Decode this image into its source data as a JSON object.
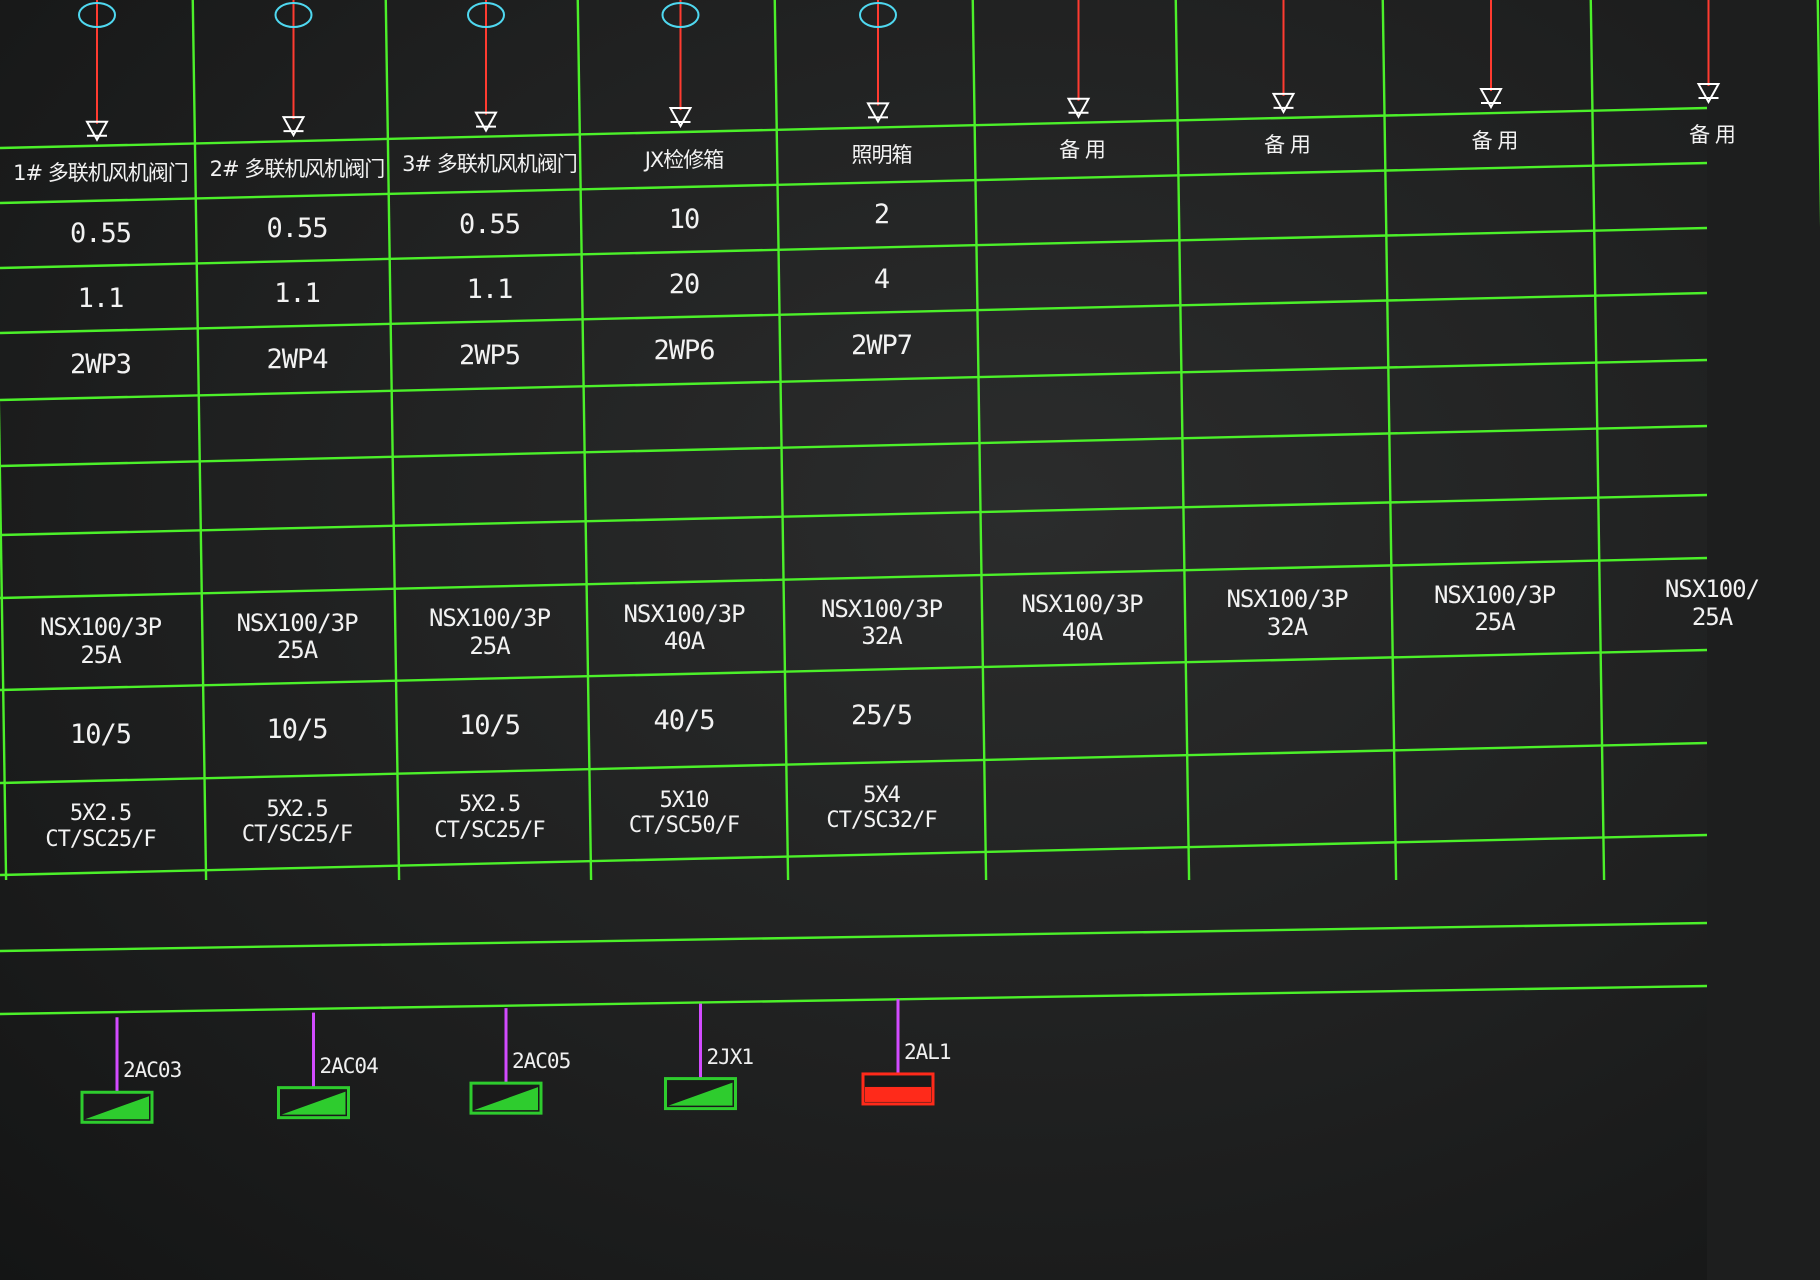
{
  "feeders": [
    {
      "name": "1# 多联机风机阀门",
      "power": "0.55",
      "current": "1.1",
      "circuit": "2WP3",
      "breaker_model": "NSX100/3P",
      "breaker_rating": "25A",
      "ct_ratio": "10/5",
      "cable_size": "5X2.5",
      "cable_conduit": "CT/SC25/F"
    },
    {
      "name": "2# 多联机风机阀门",
      "power": "0.55",
      "current": "1.1",
      "circuit": "2WP4",
      "breaker_model": "NSX100/3P",
      "breaker_rating": "25A",
      "ct_ratio": "10/5",
      "cable_size": "5X2.5",
      "cable_conduit": "CT/SC25/F"
    },
    {
      "name": "3# 多联机风机阀门",
      "power": "0.55",
      "current": "1.1",
      "circuit": "2WP5",
      "breaker_model": "NSX100/3P",
      "breaker_rating": "25A",
      "ct_ratio": "10/5",
      "cable_size": "5X2.5",
      "cable_conduit": "CT/SC25/F"
    },
    {
      "name": "JX检修箱",
      "power": "10",
      "current": "20",
      "circuit": "2WP6",
      "breaker_model": "NSX100/3P",
      "breaker_rating": "40A",
      "ct_ratio": "40/5",
      "cable_size": "5X10",
      "cable_conduit": "CT/SC50/F"
    },
    {
      "name": "照明箱",
      "power": "2",
      "current": "4",
      "circuit": "2WP7",
      "breaker_model": "NSX100/3P",
      "breaker_rating": "32A",
      "ct_ratio": "25/5",
      "cable_size": "5X4",
      "cable_conduit": "CT/SC32/F"
    },
    {
      "name": "备 用",
      "power": "",
      "current": "",
      "circuit": "",
      "breaker_model": "NSX100/3P",
      "breaker_rating": "40A",
      "ct_ratio": "",
      "cable_size": "",
      "cable_conduit": ""
    },
    {
      "name": "备 用",
      "power": "",
      "current": "",
      "circuit": "",
      "breaker_model": "NSX100/3P",
      "breaker_rating": "32A",
      "ct_ratio": "",
      "cable_size": "",
      "cable_conduit": ""
    },
    {
      "name": "备 用",
      "power": "",
      "current": "",
      "circuit": "",
      "breaker_model": "NSX100/3P",
      "breaker_rating": "25A",
      "ct_ratio": "",
      "cable_size": "",
      "cable_conduit": ""
    },
    {
      "name": "备 用",
      "power": "",
      "current": "",
      "circuit": "",
      "breaker_model": "NSX100/",
      "breaker_rating": "25A",
      "ct_ratio": "",
      "cable_size": "",
      "cable_conduit": ""
    }
  ],
  "status_indicators": [
    {
      "label": "2AC03",
      "state": "running",
      "color": "#2ecc2e"
    },
    {
      "label": "2AC04",
      "state": "running",
      "color": "#2ecc2e"
    },
    {
      "label": "2AC05",
      "state": "running",
      "color": "#2ecc2e"
    },
    {
      "label": "2JX1",
      "state": "running",
      "color": "#2ecc2e"
    },
    {
      "label": "2AL1",
      "state": "fault",
      "color": "#ff2a1a"
    }
  ],
  "colors": {
    "grid": "#4cf02a",
    "feeder_line": "#ff3b30",
    "device_symbol": "#4fd8f0",
    "arrow": "#ffffff",
    "indicator_stem": "#d24bff"
  }
}
